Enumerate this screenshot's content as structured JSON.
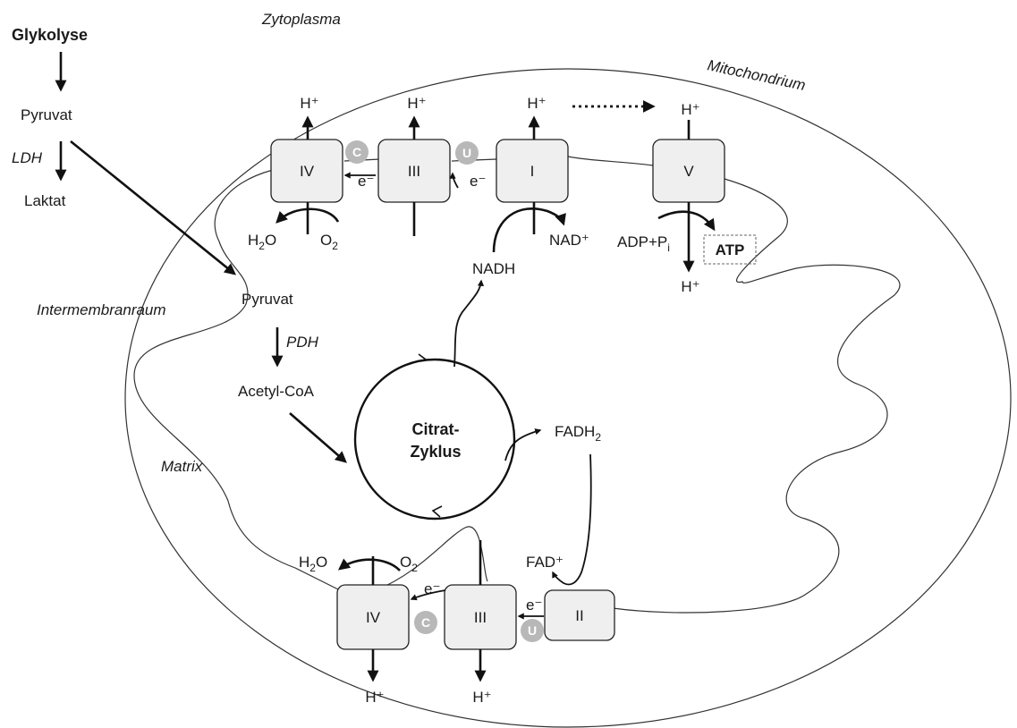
{
  "labels": {
    "glykolyse": "Glykolyse",
    "zytoplasma": "Zytoplasma",
    "mitochondrium": "Mitochondrium",
    "pyruvat_top": "Pyruvat",
    "ldh": "LDH",
    "laktat": "Laktat",
    "intermembranraum": "Intermembranraum",
    "pyruvat_inner": "Pyruvat",
    "pdh": "PDH",
    "acetyl_coa": "Acetyl-CoA",
    "matrix": "Matrix",
    "citrat_line1": "Citrat-",
    "citrat_line2": "Zyklus",
    "nadh": "NADH",
    "nad_plus": "NAD⁺",
    "fadh2": "FADH",
    "fadh2_sub": "2",
    "fad_plus": "FAD⁺",
    "adp_pi": "ADP+P",
    "adp_pi_sub": "i",
    "atp": "ATP",
    "h2o": "H",
    "h2o_sub": "2",
    "h2o_end": "O",
    "o2": "O",
    "o2_sub": "2",
    "h_plus": "H⁺",
    "e_minus": "e⁻"
  },
  "complexes": {
    "top_iv": "IV",
    "top_iii": "III",
    "top_i": "I",
    "top_v": "V",
    "bottom_iv": "IV",
    "bottom_iii": "III",
    "bottom_ii": "II"
  },
  "carriers": {
    "c_top": "C",
    "u_top": "U",
    "c_bottom": "C",
    "u_bottom": "U"
  }
}
